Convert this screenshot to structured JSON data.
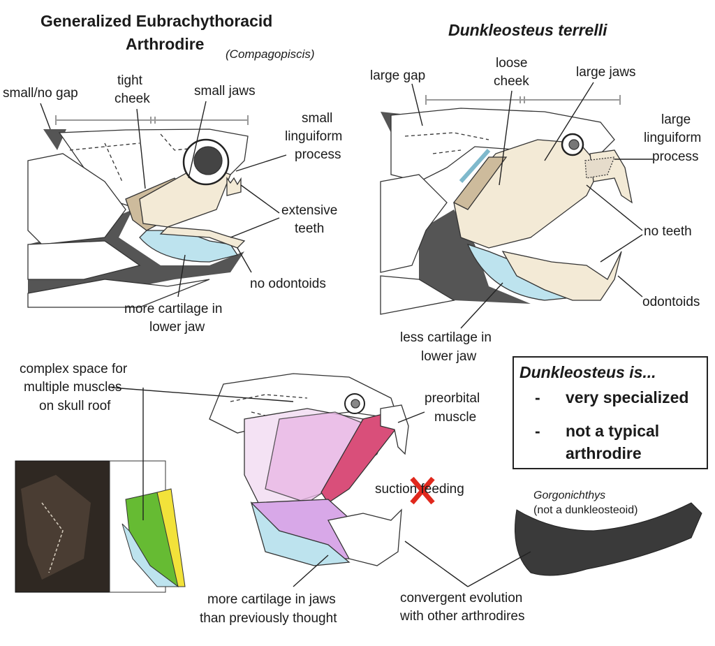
{
  "left_panel": {
    "title_line1": "Generalized Eubrachythoracid",
    "title_line2": "Arthrodire",
    "title_genus": "(Compagopiscis)",
    "labels": {
      "gap": "small/no gap",
      "cheek_1": "tight",
      "cheek_2": "cheek",
      "jaws": "small jaws",
      "process_1": "small",
      "process_2": "linguiform",
      "process_3": "process",
      "teeth_1": "extensive",
      "teeth_2": "teeth",
      "odontoids": "no odontoids",
      "cartilage_1": "more cartilage in",
      "cartilage_2": "lower jaw"
    }
  },
  "right_panel": {
    "title": "Dunkleosteus terrelli",
    "labels": {
      "gap": "large gap",
      "cheek_1": "loose",
      "cheek_2": "cheek",
      "jaws": "large jaws",
      "process_1": "large",
      "process_2": "linguiform",
      "process_3": "process",
      "teeth": "no teeth",
      "odontoids": "odontoids",
      "cartilage_1": "less cartilage in",
      "cartilage_2": "lower jaw"
    }
  },
  "bottom_panel": {
    "labels": {
      "space_1": "complex space for",
      "space_2": "multiple muscles",
      "space_3": "on skull roof",
      "preorbital_1": "preorbital",
      "preorbital_2": "muscle",
      "suction": "suction feeding",
      "jaws_cartilage_1": "more cartilage in jaws",
      "jaws_cartilage_2": "than previously thought",
      "convergent_1": "convergent evolution",
      "convergent_2": "with other arthrodires",
      "gorgon_1": "Gorgonichthys",
      "gorgon_2": "(not a dunkleosteoid)"
    }
  },
  "summary_box": {
    "title": "Dunkleosteus is...",
    "item1": "very specialized",
    "item2_line1": "not a typical",
    "item2_line2": "arthrodire",
    "bullet": "-"
  },
  "colors": {
    "bone_fill": "#f3ead6",
    "cartilage_blue": "#bde3ee",
    "dark_gray": "#555555",
    "muscle_pink": "#e9b8e6",
    "preorbital_red": "#d94f7a",
    "green_muscle": "#66bb33",
    "yellow_muscle": "#f2e23a",
    "cross_red": "#e0281c"
  }
}
